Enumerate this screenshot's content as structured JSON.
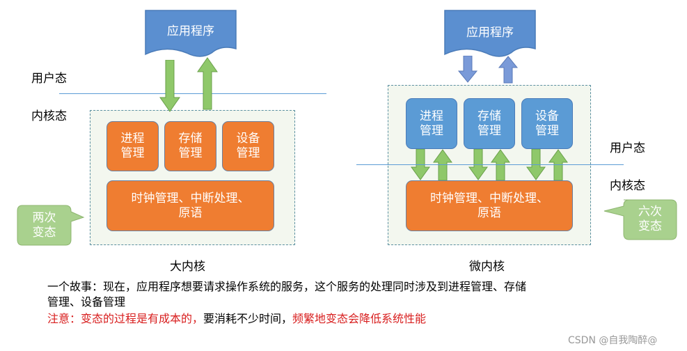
{
  "left": {
    "app": "应用程序",
    "user_state": "用户态",
    "kernel_state": "内核态",
    "modules": [
      "进程\n管理",
      "存储\n管理",
      "设备\n管理"
    ],
    "bottom": "时钟管理、中断处理、\n原语",
    "callout": "两次\n变态",
    "caption": "大内核"
  },
  "right": {
    "app": "应用程序",
    "user_state": "用户态",
    "kernel_state": "内核态",
    "modules": [
      "进程\n管理",
      "存储\n管理",
      "设备\n管理"
    ],
    "bottom": "时钟管理、中断处理、\n原语",
    "callout": "六次\n变态",
    "caption": "微内核"
  },
  "story": {
    "line1": "一个故事：现在，应用程序想要请求操作系统的服务，这个服务的处理同时涉及到进程管理、存储",
    "line2": "管理、设备管理",
    "note_prefix": "注意：变态的过程是有成本的，",
    "note_middle": "要消耗不少时间，",
    "note_suffix": "频繁地变态会降低系统性能"
  },
  "watermark": "CSDN @自我陶醉@",
  "colors": {
    "app_blue": "#5b8fd0",
    "module_orange": "#ef7d31",
    "module_blue": "#5b9bd5",
    "green_arrow": "#8fc86a",
    "blue_arrow": "#7a9ad8",
    "callout_green": "#a9d18e",
    "note_red": "#d81e1e"
  }
}
